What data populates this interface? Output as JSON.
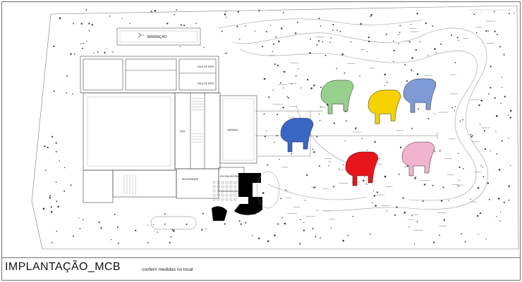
{
  "drawing": {
    "title": "IMPLANTAÇÃO_MCB",
    "note": "conferir medidas no local"
  },
  "plan": {
    "buildings": {
      "shed": "BARRAÇÃO",
      "restaurant": "RESTAURANTE",
      "cafe": "OFICINA RESTAURANTE",
      "hall": "HALL",
      "garden_room": "VARANDA",
      "room_a": "SALA DE EXPO",
      "room_b": "SALA DE EXPO"
    },
    "elephant_colors": [
      "#3a66c4",
      "#f5d200",
      "#97cf8d",
      "#7f9bd6",
      "#e8141c",
      "#f2b3cf"
    ],
    "drawing_code_color": "#e03030"
  }
}
